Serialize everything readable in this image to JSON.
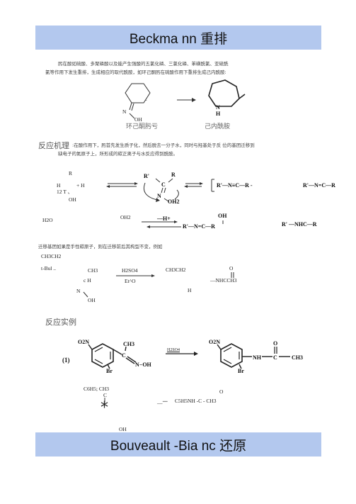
{
  "title_banner": "Beckma nn 重排",
  "intro": {
    "line1": "肟在酸如硫酸、多聚磷酸以及能产生强酸的五氯化磷、三氯化磷、苯磺酰氯、亚硫酰",
    "line2": "氯等作用下发生重排，生成相应的取代酰胺，如环己酮肟在硫酸作用下重排生成己内酰胺:"
  },
  "scheme1": {
    "n_label": "N",
    "oh_label": "OH",
    "dash_label": "-",
    "nh_n": "N",
    "nh_h": "H",
    "left_caption": "环己酮肟亏",
    "right_caption": "己内酰胺"
  },
  "mechanism": {
    "heading": "反应机理",
    "text1": ":在酸作用下，肟首先发生质子化，然后脱去一分子水，同时与羟基处于反 位的基团迁移到",
    "text2": "缺电子的氮原子上，所形成的碳正离子与水反应得到酰胺。",
    "r_top": "R",
    "h_left": "H",
    "plus_h": "+ H",
    "num_label": "12 T 、",
    "oh_bottom": "OH",
    "r_prime": "R'",
    "r_right": "R",
    "c_label": "C",
    "n_label": "N",
    "oh2_label": "OH2",
    "bracket_text": "R'—N≡C—R -",
    "product1": "R'—N=C—R",
    "h2o_label": "H2O",
    "oh2_top": "OH2",
    "minus_h": "—H+",
    "oh_top": "OH",
    "enol": "R'—N=C—R",
    "amide": "R' —NHC—R"
  },
  "chirality": {
    "text": "迁移基团如果是手性碳原子，则在迁移前后其构型不变，例如",
    "ch3ch2": "CH3CH2",
    "tbu": "t-Bul ..",
    "ch3": "CH3",
    "ch": "c H",
    "n": "N",
    "oh": "OH",
    "reagent_top": "H2SO4",
    "reagent_bottom": "Et^O",
    "prod_top": "CH3CH2",
    "h_small": "H",
    "carbonyl_o": "O",
    "prod_right": "—NHCCH3"
  },
  "example": {
    "heading": "反应实例",
    "label": "(1)",
    "no2_left": "O2N",
    "ch3_left": "CH3",
    "br_left": "Br",
    "n_oh": "N−OH",
    "c_label": "C",
    "reagent": "H2SO4",
    "no2_right": "O2N",
    "nh_label": "NH",
    "c_right": "C",
    "ch3_right": "CH3",
    "o_right": "O",
    "br_right": "Br"
  },
  "example2": {
    "line1": "C6H5; CH3",
    "c": "C",
    "star": "*",
    "o": "O",
    "arrow_text": "__一",
    "product": "C5H5NH -C - CH3",
    "oh_bottom": "OH"
  },
  "bottom_banner": "Bouveault -Bia nc 还原"
}
